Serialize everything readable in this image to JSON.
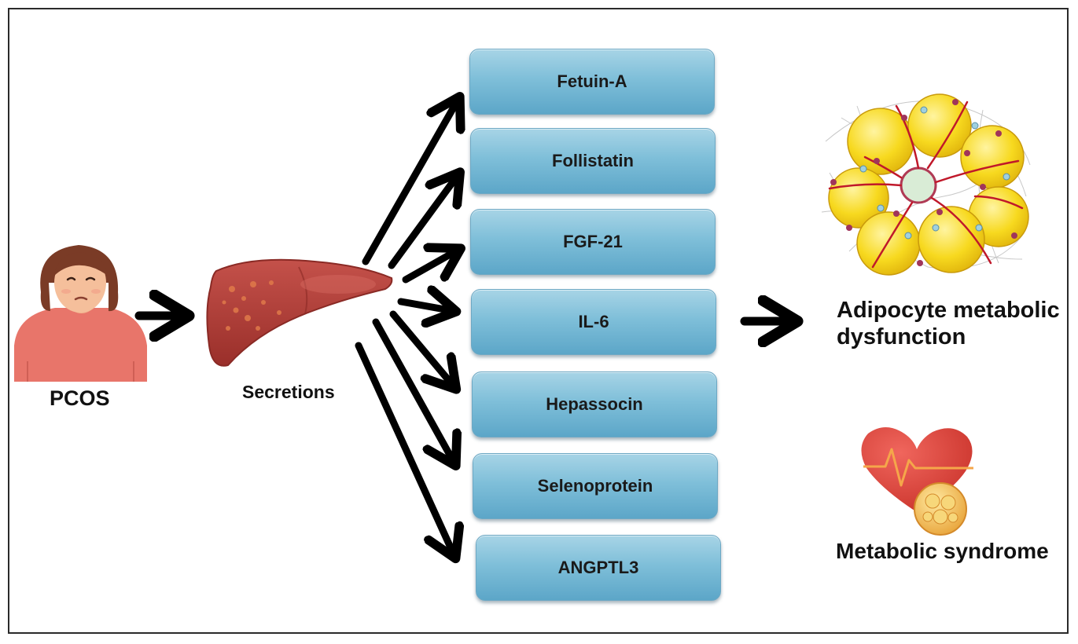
{
  "labels": {
    "pcos": "PCOS",
    "secretions": "Secretions",
    "adipocyte": "Adipocyte metabolic dysfunction",
    "metabolic_syndrome": "Metabolic syndrome"
  },
  "secreted_factors": [
    "Fetuin-A",
    "Follistatin",
    "FGF-21",
    "IL-6",
    "Hepassocin",
    "Selenoprotein",
    "ANGPTL3"
  ],
  "colors": {
    "box_top": "#a7d4e6",
    "box_bottom": "#5ca6c8",
    "liver": "#b84038",
    "arrow": "#000000",
    "shirt": "#e8756a",
    "adipocyte": "#f5d31f",
    "heart": "#e0473d"
  }
}
